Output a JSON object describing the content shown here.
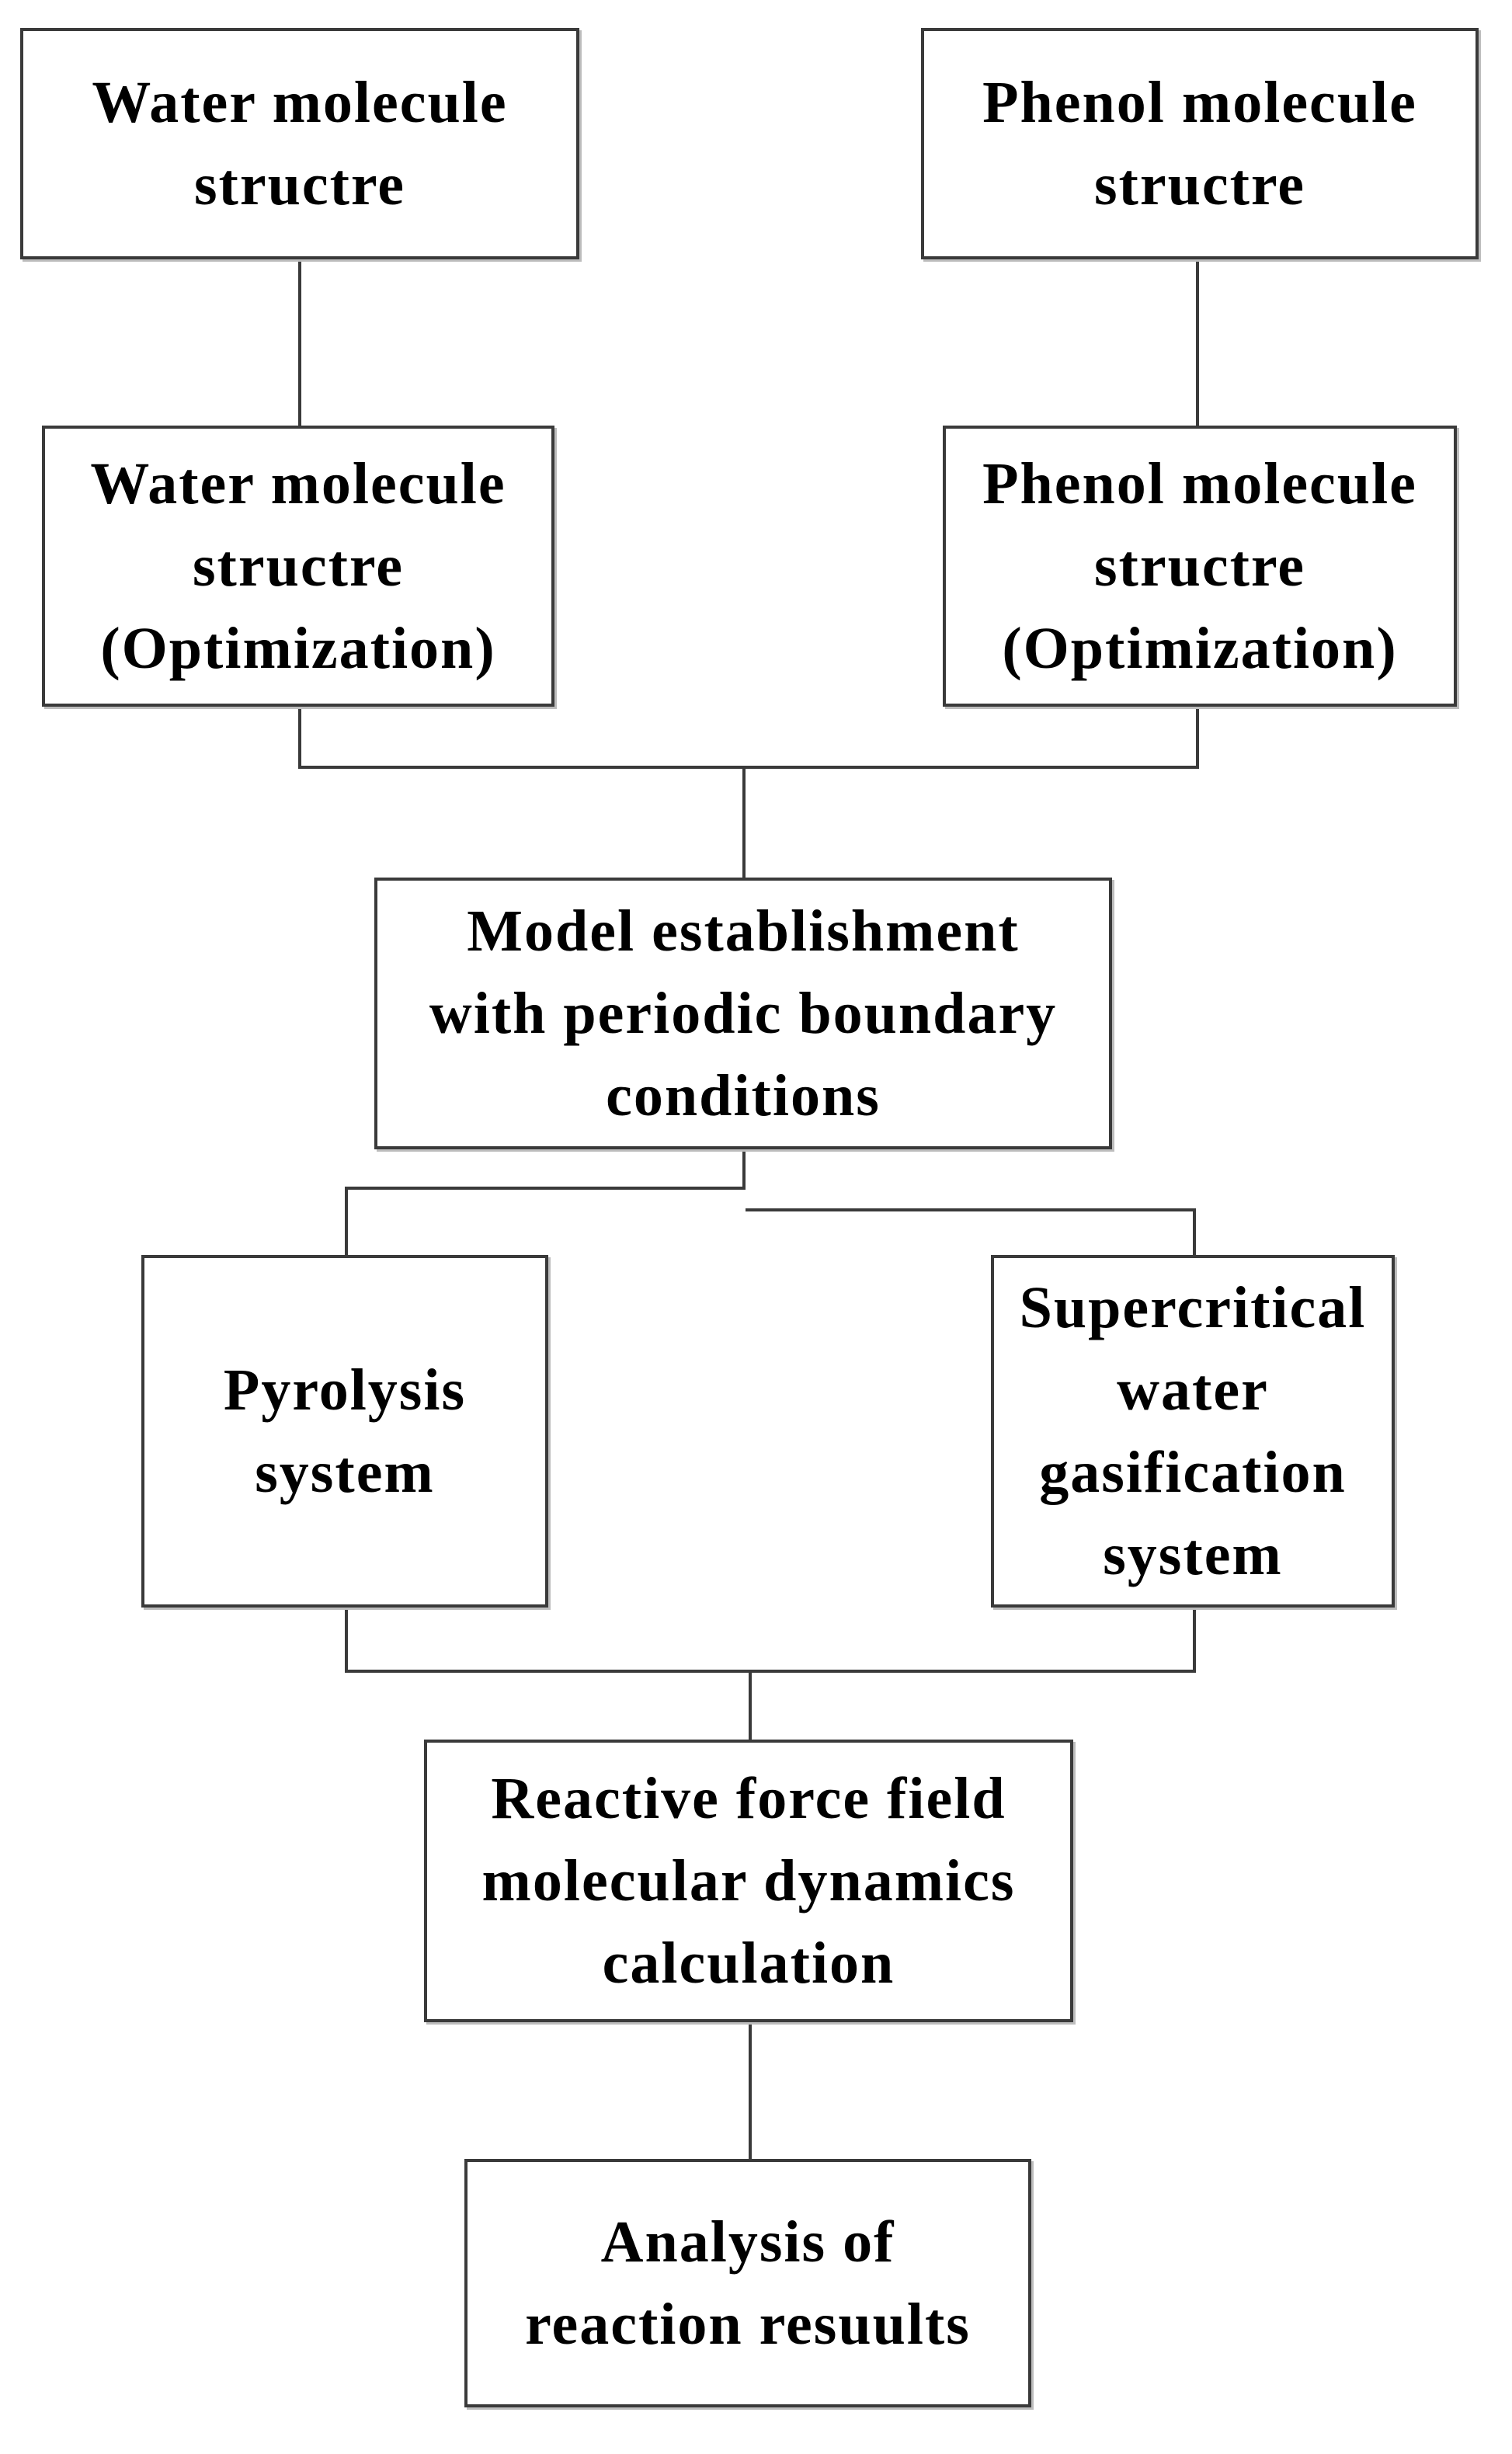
{
  "nodes": {
    "water_structure": [
      "Water molecule",
      "structre"
    ],
    "phenol_structure": [
      "Phenol molecule",
      "structre"
    ],
    "water_optimization": [
      "Water molecule",
      "structre",
      "(Optimization)"
    ],
    "phenol_optimization": [
      "Phenol molecule",
      "structre",
      "(Optimization)"
    ],
    "model_establishment": [
      "Model establishment",
      "with periodic boundary",
      "conditions"
    ],
    "pyrolysis": [
      "Pyrolysis",
      "system"
    ],
    "scwg": [
      "Supercritical",
      "water",
      "gasification",
      "system"
    ],
    "reaxff": [
      "Reactive force field",
      "molecular dynamics",
      "calculation"
    ],
    "analysis": [
      "Analysis of",
      "reaction resuults"
    ]
  }
}
